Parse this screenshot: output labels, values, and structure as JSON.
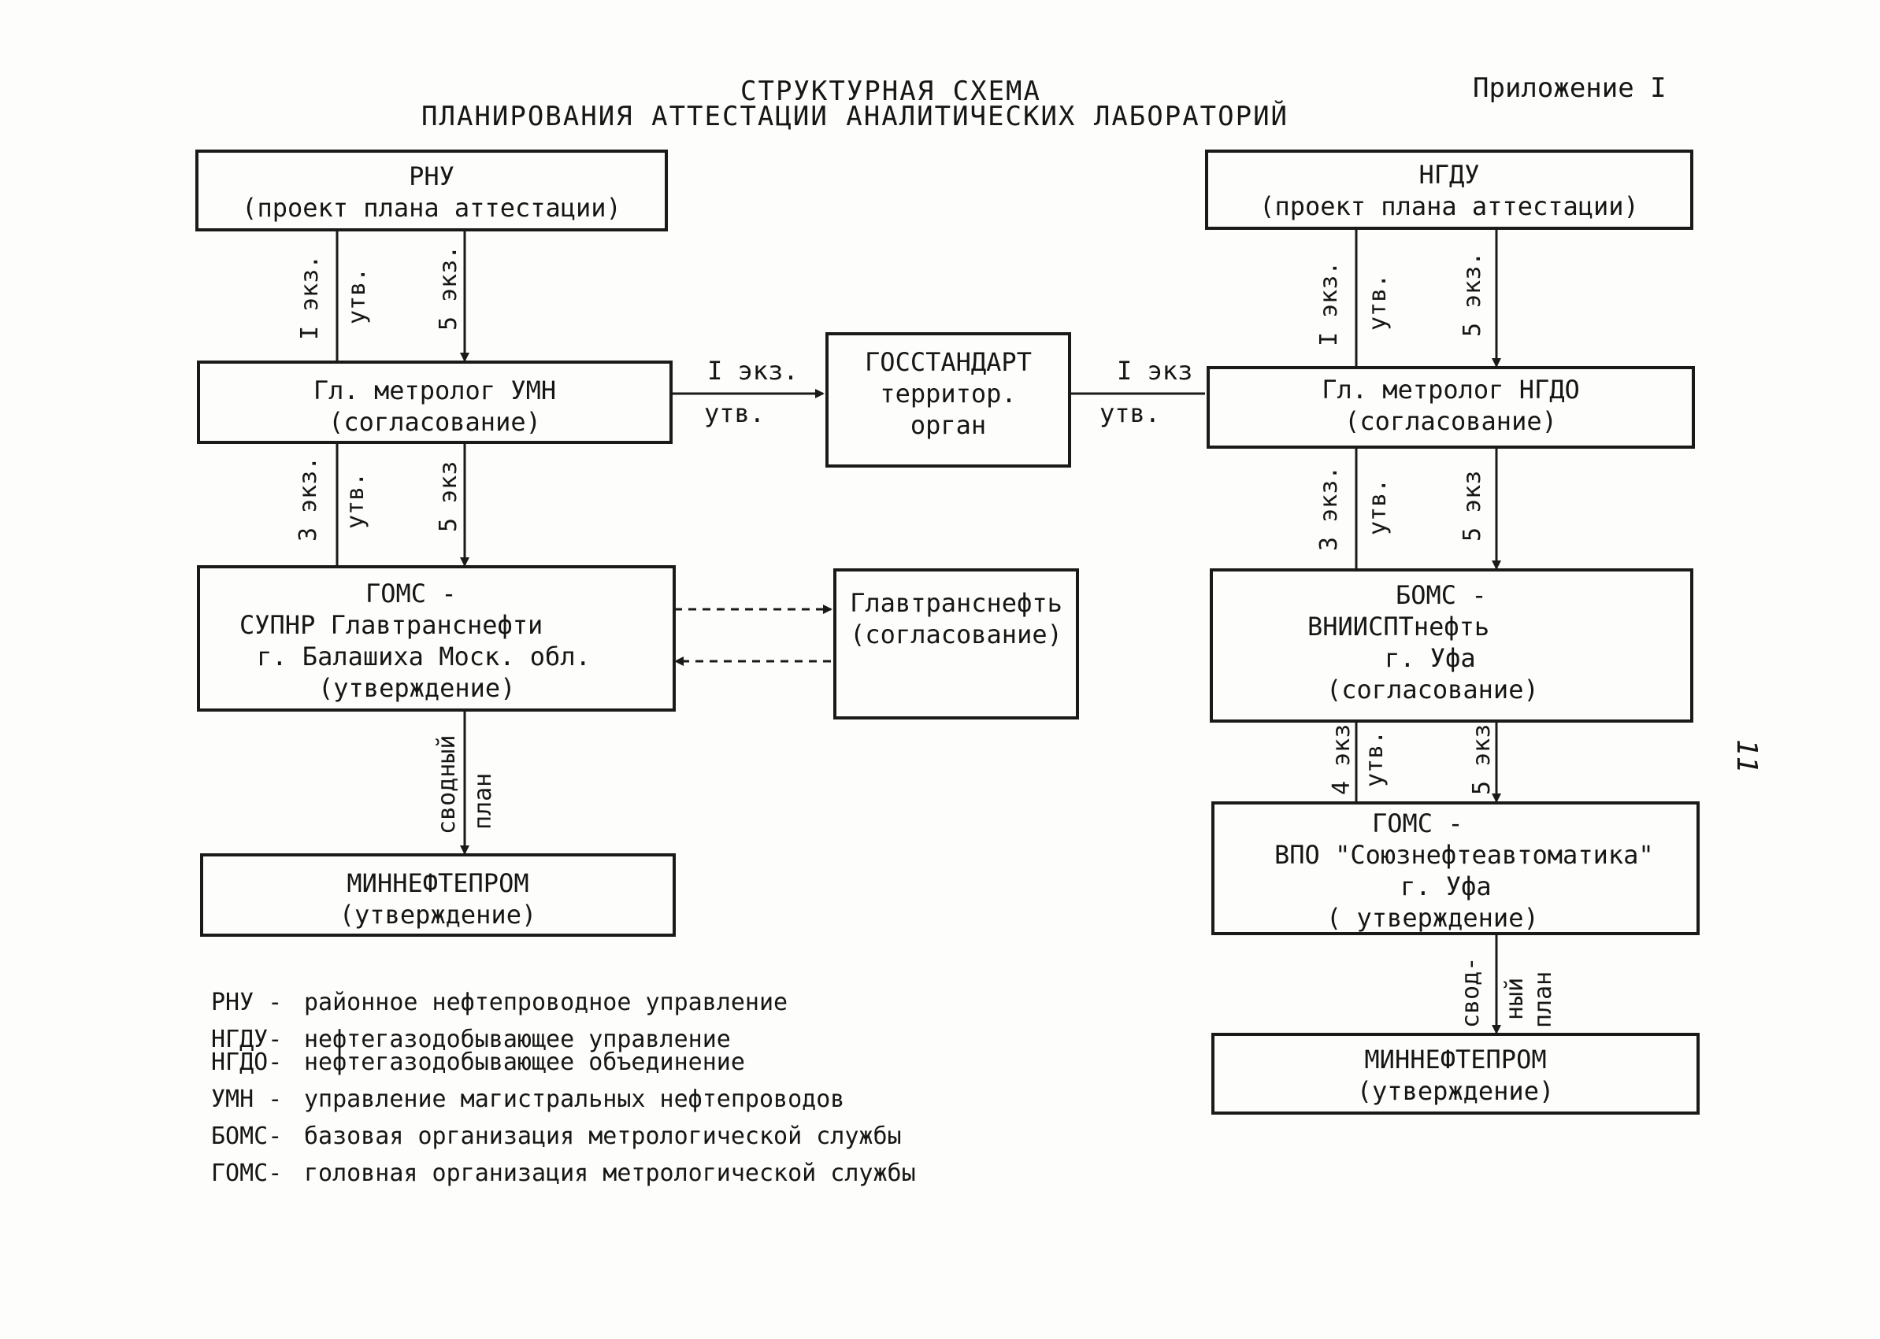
{
  "title": {
    "line1": "СТРУКТУРНАЯ СХЕМА",
    "line2": "ПЛАНИРОВАНИЯ АТТЕСТАЦИИ АНАЛИТИЧЕСКИХ ЛАБОРАТОРИЙ"
  },
  "appendix": "Приложение I",
  "page_number": "11",
  "nodes": {
    "rnu": {
      "name": "РНУ",
      "note": "(проект плана аттестации)"
    },
    "umn": {
      "name": "Гл. метролог УМН",
      "note": "(согласование)"
    },
    "goms_left": {
      "l1": "ГОМС -",
      "l2": "СУПНР Главтранснефти",
      "l3": "г. Балашиха Моск. обл.",
      "l4": "(утверждение)"
    },
    "minneft_left": {
      "name": "МИННЕФТЕПРОМ",
      "note": "(утверждение)"
    },
    "gosstandart": {
      "l1": "ГОССТАНДАРТ",
      "l2": "территор.",
      "l3": "орган"
    },
    "glavtransneft": {
      "name": "Главтранснефть",
      "note": "(согласование)"
    },
    "ngdu": {
      "name": "НГДУ",
      "note": "(проект плана аттестации)"
    },
    "ngdo": {
      "name": "Гл. метролог НГДО",
      "note": "(согласование)"
    },
    "boms": {
      "l1": "БОМС -",
      "l2": "ВНИИСПТнефть",
      "l3": "г. Уфа",
      "l4": "(согласование)"
    },
    "goms_right": {
      "l1": "ГОМС -",
      "l2": "ВПО \"Союзнефтеавтоматика\"",
      "l3": "г. Уфа",
      "l4": "( утверждение)"
    },
    "minneft_right": {
      "name": "МИННЕФТЕПРОМ",
      "note": "(утверждение)"
    }
  },
  "edge_labels": {
    "l1_up": "I экз.",
    "l1_utv": "утв.",
    "l1_down": "5 экз.",
    "l2_up": "3 экз.",
    "l2_utv": "утв.",
    "l2_down": "5 экз",
    "l3": "сводный",
    "l3b": "план",
    "center_left_a": "I экз.",
    "center_left_b": "утв.",
    "center_right_a": "I экз",
    "center_right_b": "утв.",
    "r1_up": "I экз.",
    "r1_utv": "утв.",
    "r1_down": "5 экз.",
    "r2_up": "3 экз.",
    "r2_utv": "утв.",
    "r2_down": "5 экз",
    "r3_up": "4 экз",
    "r3_utv": "утв.",
    "r3_down": "5 экз",
    "r4": "свод-",
    "r4b": "ный",
    "r4c": "план"
  },
  "legend": [
    {
      "abbr": "РНУ -",
      "text": "районное нефтепроводное управление"
    },
    {
      "abbr": "НГДУ-",
      "text": "нефтегазодобывающее управление"
    },
    {
      "abbr": "НГДО-",
      "text": "нефтегазодобывающее объединение"
    },
    {
      "abbr": "УМН -",
      "text": "управление магистральных нефтепроводов"
    },
    {
      "abbr": "БОМС-",
      "text": "базовая организация метрологической службы"
    },
    {
      "abbr": "ГОМС-",
      "text": "головная организация метрологической службы"
    }
  ]
}
